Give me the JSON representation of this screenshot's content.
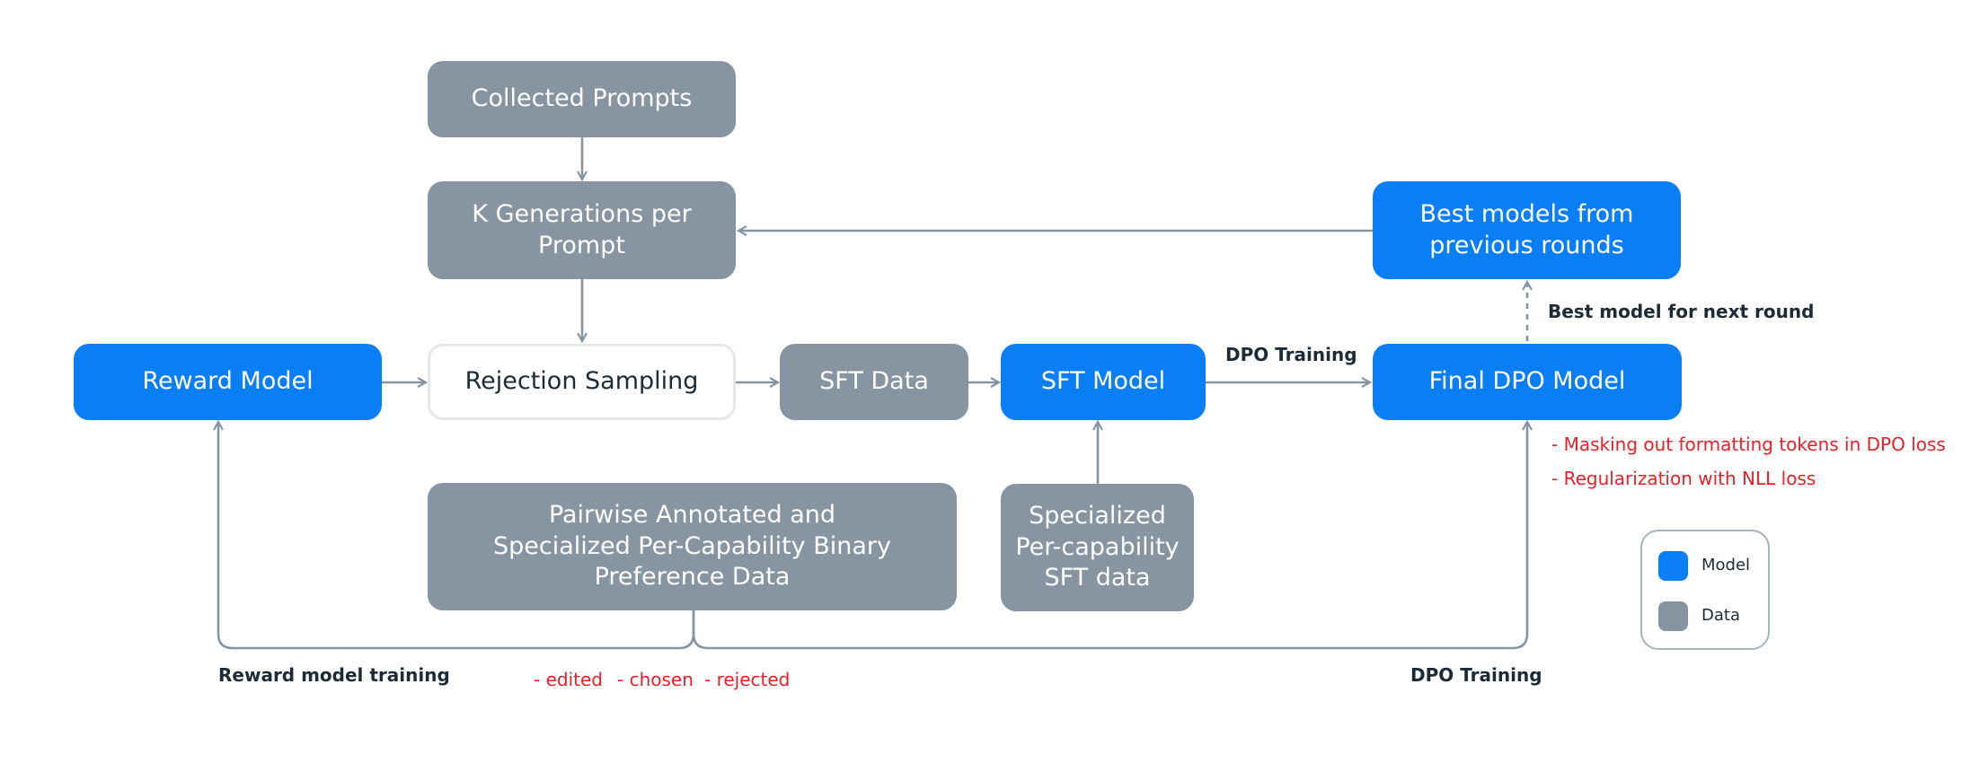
{
  "nodes": {
    "collected_prompts": "Collected Prompts",
    "k_generations": "K Generations per\nPrompt",
    "best_models": "Best models from\nprevious rounds",
    "reward_model": "Reward Model",
    "rejection_sampling": "Rejection Sampling",
    "sft_data": "SFT Data",
    "sft_model": "SFT Model",
    "final_dpo_model": "Final DPO Model",
    "pairwise_data": "Pairwise Annotated and\nSpecialized Per-Capability Binary\nPreference Data",
    "specialized_sft_data": "Specialized\nPer-capability\nSFT data"
  },
  "edge_labels": {
    "dpo_training_top": "DPO Training",
    "best_model_next_round": "Best model for next round",
    "reward_model_training": "Reward model training",
    "dpo_training_bottom": "DPO Training"
  },
  "annotations": {
    "masking": "- Masking out formatting tokens in DPO loss",
    "regularization": "- Regularization with NLL loss",
    "edited": "- edited",
    "chosen": "- chosen",
    "rejected": "- rejected"
  },
  "legend": {
    "model_label": "Model",
    "data_label": "Data"
  },
  "colors": {
    "model": "#0a7ef5",
    "data": "#8795a3",
    "arrow": "#8795a3",
    "annotation": "#e8202a"
  }
}
